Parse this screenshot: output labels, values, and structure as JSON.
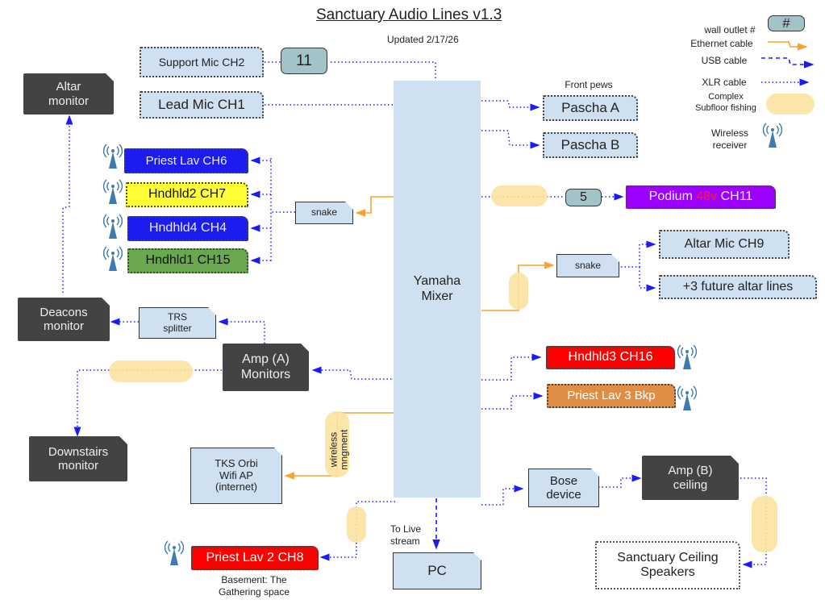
{
  "title": "Sanctuary Audio Lines v1.3",
  "subtitle": "Updated 2/17/26",
  "legend": {
    "wall_outlet": "wall outlet #",
    "wall_outlet_symbol": "#",
    "ethernet": "Ethernet cable",
    "usb": "USB cable",
    "xlr": "XLR cable",
    "subfloor": "Complex Subfloor fishing",
    "wireless": "Wireless receiver",
    "colors": {
      "ethernet": "#f6a234",
      "usb": "#1a1aff",
      "xlr": "#1a1aff",
      "subfloor": "#fce2a0",
      "wireless": "#3d7ab0"
    }
  },
  "mixer": "Yamaha Mixer",
  "left_top": {
    "support_mic": "Support Mic CH2",
    "outlet_11": "11",
    "lead_mic": "Lead Mic CH1"
  },
  "wireless_left": [
    {
      "label": "Priest Lav CH6",
      "color": "#1c1cf0",
      "text": "#e8e8ff"
    },
    {
      "label": "Hndhld2 CH7",
      "color": "#ffff33",
      "text": "#111"
    },
    {
      "label": "Hndhld4 CH4",
      "color": "#1c1cf0",
      "text": "#e8e8ff"
    },
    {
      "label": "Hndhld1 CH15",
      "color": "#6aa84f",
      "text": "#111"
    }
  ],
  "snake_left": "snake",
  "monitors": {
    "altar": "Altar monitor",
    "deacons": "Deacons monitor",
    "trs": "TRS splitter",
    "amp_a": "Amp (A) Monitors",
    "downstairs": "Downstairs monitor"
  },
  "wifi": {
    "label": "TKS Orbi Wifi AP (internet)",
    "pill": "wireless mngment"
  },
  "basement": {
    "label": "Priest Lav 2 CH8",
    "caption": "Basement: The Gathering space"
  },
  "pc": {
    "label": "PC",
    "caption": "To Live stream"
  },
  "right": {
    "front_pews": "Front pews",
    "pascha_a": "Pascha A",
    "pascha_b": "Pascha B",
    "outlet_5": "5",
    "podium_pre": "Podium ",
    "podium_48v": "48v",
    "podium_post": " CH11",
    "snake": "snake",
    "altar_mic": "Altar Mic CH9",
    "future": "+3 future altar lines",
    "hndhld3": "Hndhld3 CH16",
    "priest_lav3": "Priest Lav 3 Bkp",
    "bose": "Bose device",
    "amp_b": "Amp (B) ceiling",
    "ceiling": "Sanctuary Ceiling Speakers"
  }
}
